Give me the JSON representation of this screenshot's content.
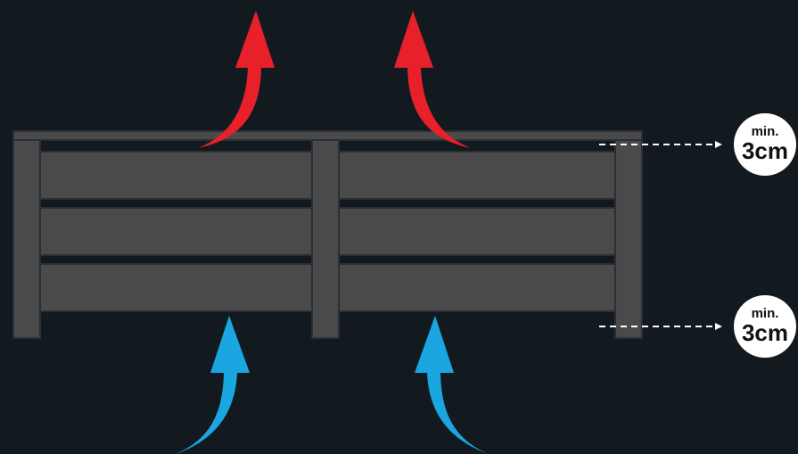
{
  "colors": {
    "background": "#121a20",
    "frame": "#4a4a4b",
    "frame_edge": "#2b2f33",
    "warm_air": "#e8202a",
    "cool_air": "#1aa6e0",
    "gap_line": "#ffffff",
    "badge_fill": "#ffffff",
    "badge_text": "#111111"
  },
  "clearance_badges": [
    {
      "prefix": "min.",
      "value": "3cm"
    },
    {
      "prefix": "min.",
      "value": "3cm"
    }
  ],
  "airflow": {
    "warm_air_out": {
      "direction": "up",
      "count": 2,
      "icon": "red-curved-arrow-icon"
    },
    "cool_air_in": {
      "direction": "up",
      "count": 2,
      "icon": "blue-curved-arrow-icon"
    }
  },
  "radiator": {
    "sections": 2,
    "panels_per_section": 3
  }
}
